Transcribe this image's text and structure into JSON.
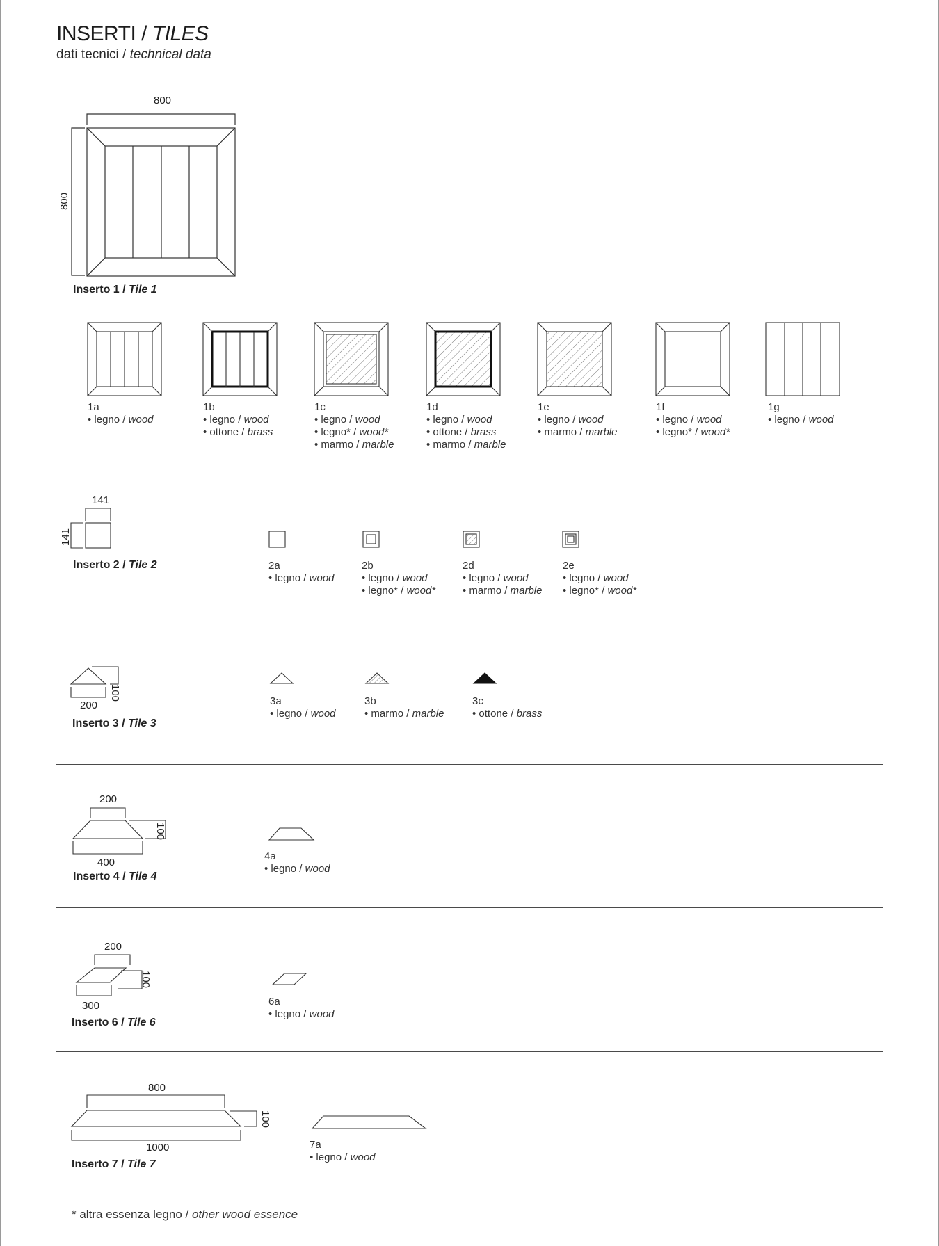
{
  "header": {
    "title_it": "INSERTI /",
    "title_en": "TILES",
    "subtitle_it": "dati tecnici /",
    "subtitle_en": "technical data"
  },
  "tiles": {
    "tile1": {
      "label_it": "Inserto 1 /",
      "label_en": "Tile 1",
      "dims": {
        "width": "800",
        "height": "800"
      },
      "variants": [
        {
          "code": "1a",
          "materials": [
            {
              "it": "• legno /",
              "en": "wood"
            }
          ]
        },
        {
          "code": "1b",
          "materials": [
            {
              "it": "• legno /",
              "en": "wood"
            },
            {
              "it": "• ottone /",
              "en": "brass"
            }
          ]
        },
        {
          "code": "1c",
          "materials": [
            {
              "it": "• legno /",
              "en": "wood"
            },
            {
              "it": "• legno* /",
              "en": "wood*"
            },
            {
              "it": "• marmo /",
              "en": "marble"
            }
          ]
        },
        {
          "code": "1d",
          "materials": [
            {
              "it": "• legno /",
              "en": "wood"
            },
            {
              "it": "• ottone /",
              "en": "brass"
            },
            {
              "it": "• marmo /",
              "en": "marble"
            }
          ]
        },
        {
          "code": "1e",
          "materials": [
            {
              "it": "• legno /",
              "en": "wood"
            },
            {
              "it": "• marmo /",
              "en": "marble"
            }
          ]
        },
        {
          "code": "1f",
          "materials": [
            {
              "it": "• legno /",
              "en": "wood"
            },
            {
              "it": "• legno* /",
              "en": "wood*"
            }
          ]
        },
        {
          "code": "1g",
          "materials": [
            {
              "it": "• legno /",
              "en": "wood"
            }
          ]
        }
      ]
    },
    "tile2": {
      "label_it": "Inserto 2 /",
      "label_en": "Tile 2",
      "dims": {
        "width": "141",
        "height": "141"
      },
      "variants": [
        {
          "code": "2a",
          "materials": [
            {
              "it": "• legno /",
              "en": "wood"
            }
          ]
        },
        {
          "code": "2b",
          "materials": [
            {
              "it": "• legno /",
              "en": "wood"
            },
            {
              "it": "• legno* /",
              "en": "wood*"
            }
          ]
        },
        {
          "code": "2d",
          "materials": [
            {
              "it": "• legno /",
              "en": "wood"
            },
            {
              "it": "• marmo /",
              "en": "marble"
            }
          ]
        },
        {
          "code": "2e",
          "materials": [
            {
              "it": "• legno /",
              "en": "wood"
            },
            {
              "it": "• legno* /",
              "en": "wood*"
            }
          ]
        }
      ]
    },
    "tile3": {
      "label_it": "Inserto 3 /",
      "label_en": "Tile 3",
      "dims": {
        "width": "200",
        "height": "100"
      },
      "variants": [
        {
          "code": "3a",
          "materials": [
            {
              "it": "• legno /",
              "en": "wood"
            }
          ]
        },
        {
          "code": "3b",
          "materials": [
            {
              "it": "• marmo /",
              "en": "marble"
            }
          ]
        },
        {
          "code": "3c",
          "materials": [
            {
              "it": "• ottone /",
              "en": "brass"
            }
          ]
        }
      ]
    },
    "tile4": {
      "label_it": "Inserto 4 /",
      "label_en": "Tile 4",
      "dims": {
        "top": "200",
        "bottom": "400",
        "height": "100"
      },
      "variants": [
        {
          "code": "4a",
          "materials": [
            {
              "it": "• legno /",
              "en": "wood"
            }
          ]
        }
      ]
    },
    "tile6": {
      "label_it": "Inserto 6 /",
      "label_en": "Tile 6",
      "dims": {
        "top": "200",
        "bottom": "300",
        "height": "100"
      },
      "variants": [
        {
          "code": "6a",
          "materials": [
            {
              "it": "• legno /",
              "en": "wood"
            }
          ]
        }
      ]
    },
    "tile7": {
      "label_it": "Inserto 7 /",
      "label_en": "Tile 7",
      "dims": {
        "top": "800",
        "bottom": "1000",
        "height": "100"
      },
      "variants": [
        {
          "code": "7a",
          "materials": [
            {
              "it": "• legno /",
              "en": "wood"
            }
          ]
        }
      ]
    }
  },
  "footnote": {
    "it": "* altra essenza legno /",
    "en": "other wood essence"
  }
}
